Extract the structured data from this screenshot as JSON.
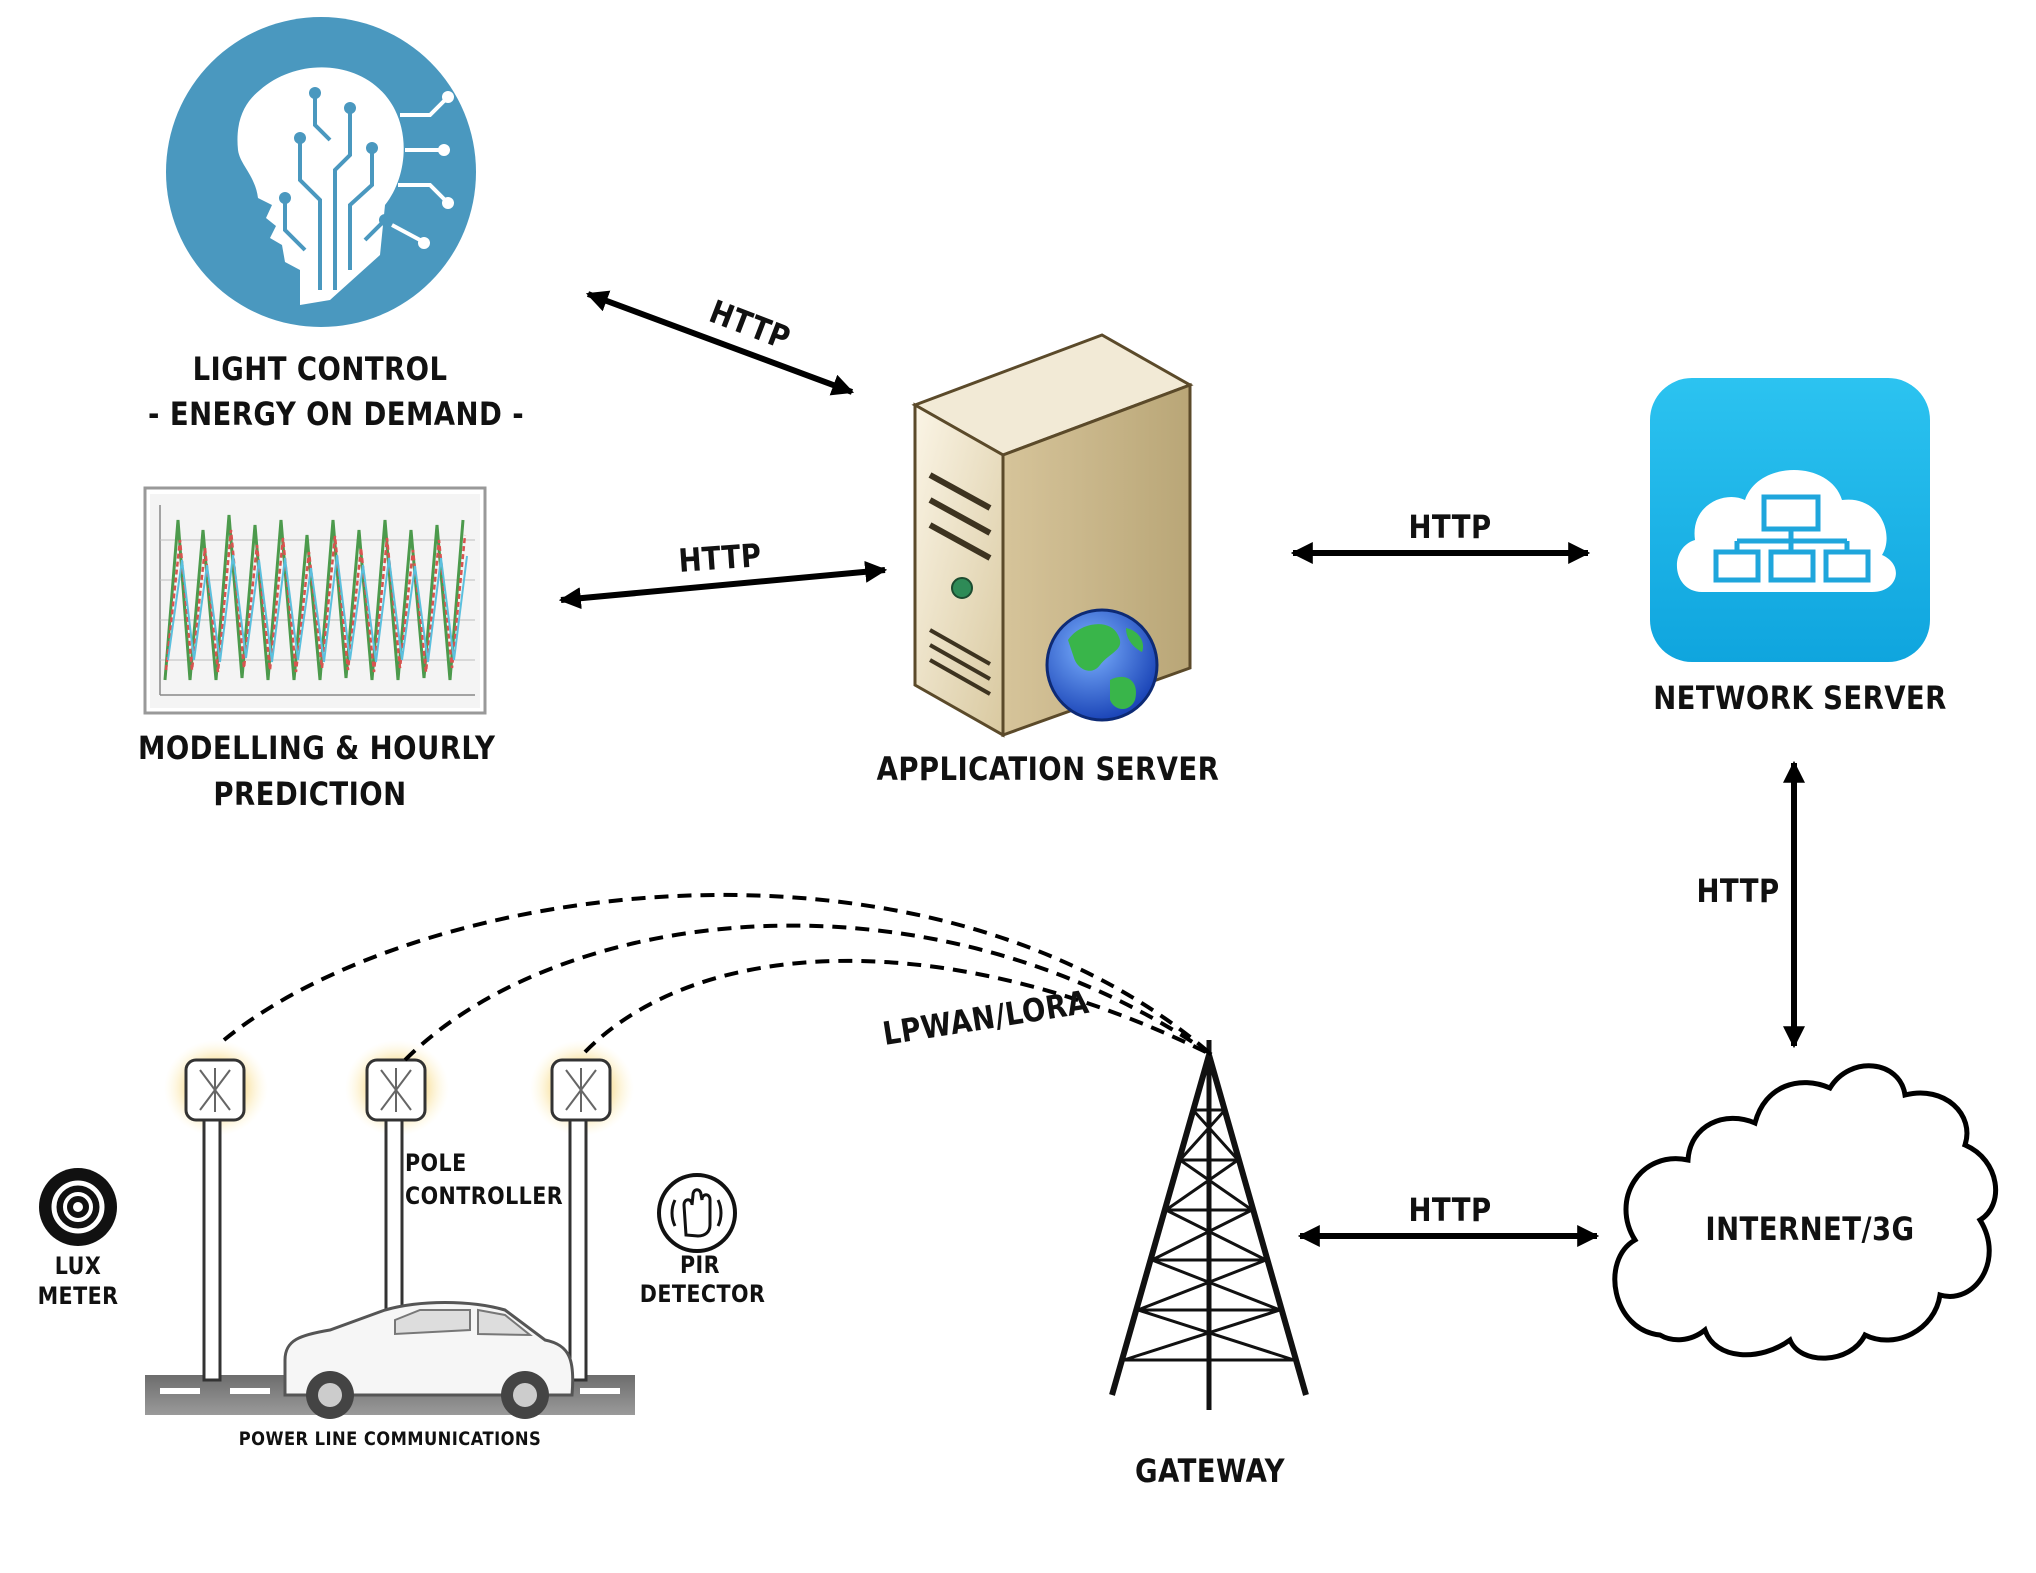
{
  "nodes": {
    "light_control": {
      "title": "LIGHT CONTROL",
      "subtitle": "- ENERGY ON DEMAND -"
    },
    "modelling": {
      "line1": "MODELLING & HOURLY",
      "line2": "PREDICTION"
    },
    "application_server": {
      "label": "APPLICATION SERVER"
    },
    "network_server": {
      "label": "NETWORK SERVER"
    },
    "internet": {
      "label": "INTERNET/3G"
    },
    "gateway": {
      "label": "GATEWAY"
    },
    "street": {
      "pole_controller_1": "POLE",
      "pole_controller_2": "CONTROLLER",
      "lux_1": "LUX",
      "lux_2": "METER",
      "pir_1": "PIR",
      "pir_2": "DETECTOR",
      "plc": "POWER LINE COMMUNICATIONS"
    }
  },
  "links": {
    "light_app": "HTTP",
    "model_app": "HTTP",
    "app_network": "HTTP",
    "network_internet": "HTTP",
    "gateway_internet": "HTTP",
    "radio": "LPWAN/LORA"
  },
  "colors": {
    "brain_circle": "#4a98bf",
    "network_tile": "#1fb5e8",
    "server_body": "#e8dcbf",
    "globe_land": "#39b54a",
    "globe_sea": "#3a6fd8",
    "lamp_glow": "#f7c948"
  }
}
